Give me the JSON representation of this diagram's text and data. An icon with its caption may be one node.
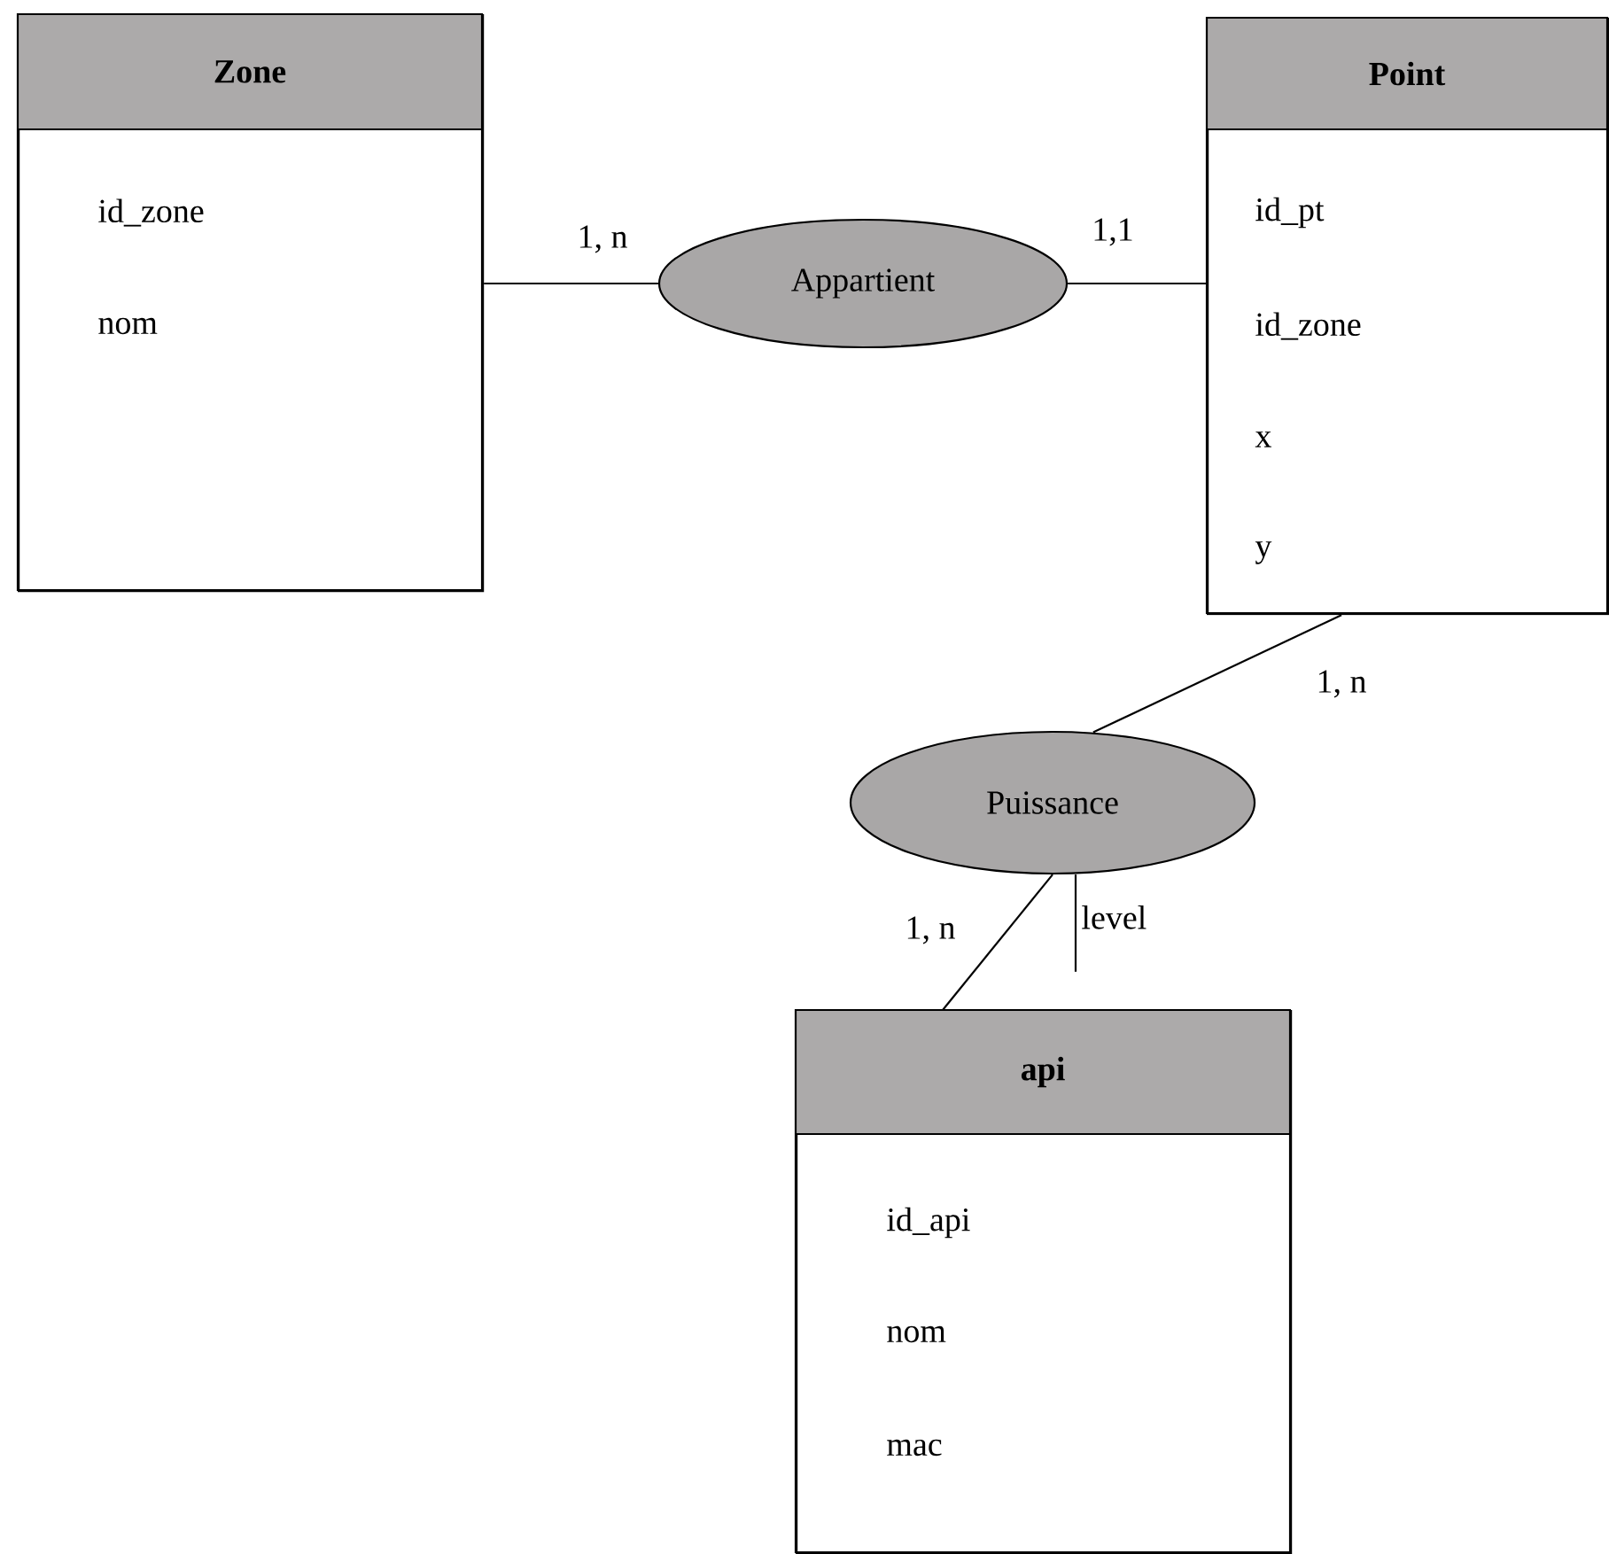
{
  "diagram": {
    "nodes": [
      {
        "text": [
          "Zone",
          "id_zone",
          "nom"
        ]
      },
      {
        "text": [
          "Appartient"
        ]
      },
      {
        "text": [
          "Point",
          "id_pt",
          "id_zone",
          "x",
          "y"
        ]
      },
      {
        "text": [
          "Puissance"
        ]
      },
      {
        "text": [
          "api",
          "id_api",
          "nom",
          "mac"
        ]
      },
      {
        "text": [
          "level"
        ]
      }
    ],
    "edges": [
      {
        "from": 0,
        "to": 1,
        "arrow": "none",
        "label": "1, n"
      },
      {
        "from": 1,
        "to": 2,
        "arrow": "none",
        "label": "1,1"
      },
      {
        "from": 2,
        "to": 3,
        "arrow": "none",
        "label": "1, n"
      },
      {
        "from": 3,
        "to": 4,
        "arrow": "none",
        "label": "1, n"
      },
      {
        "from": 3,
        "to": 5,
        "arrow": "none"
      }
    ]
  }
}
